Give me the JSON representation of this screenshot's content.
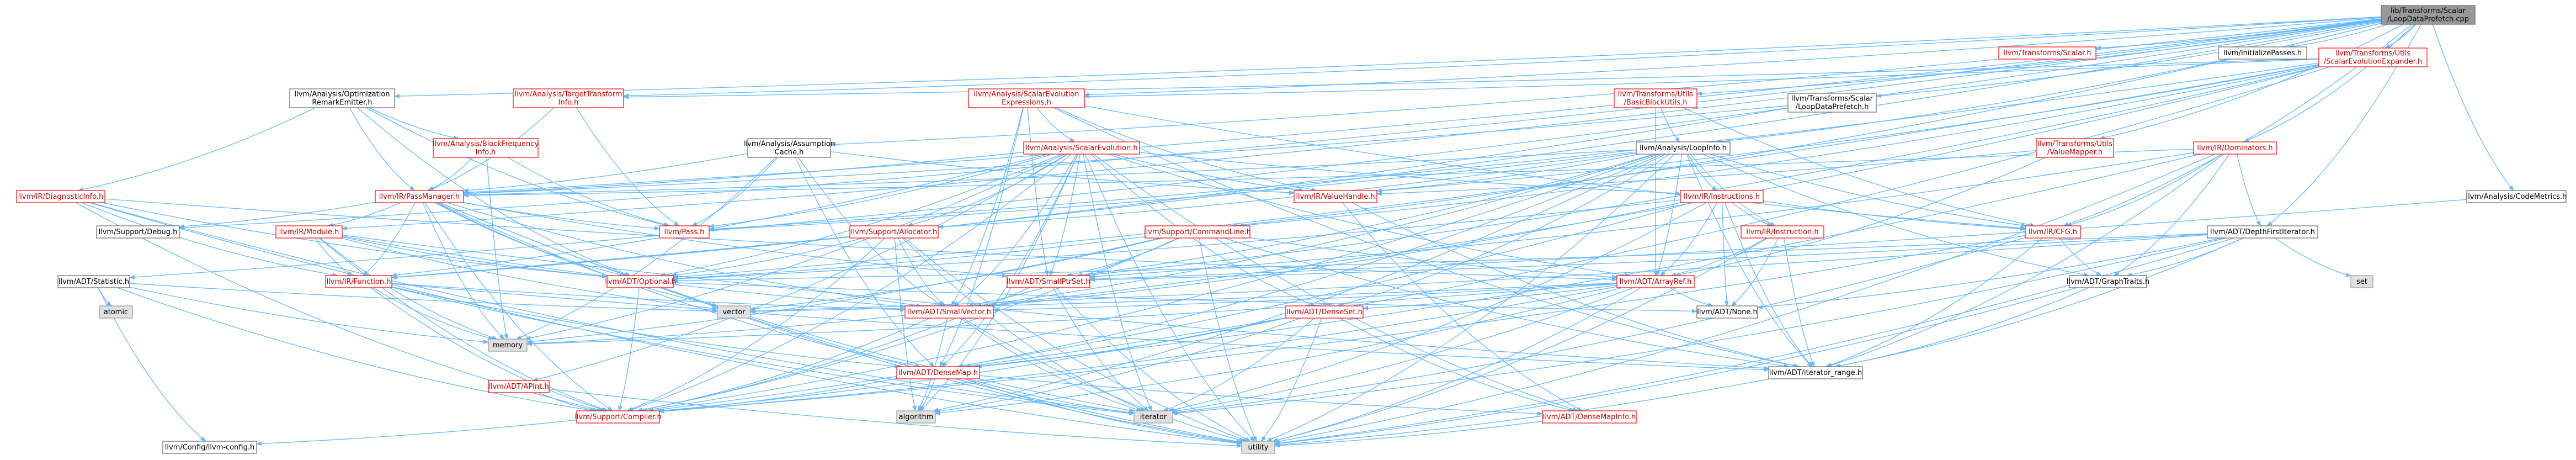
{
  "graph": {
    "colors": {
      "background": "#ffffff",
      "edge": "#63b8ff",
      "root_fill": "#999999",
      "node_fill": "#ffffff",
      "node_border_normal": "#666666",
      "node_border_linked": "#ff0000",
      "gray_fill": "#e0e0e0",
      "gray_border": "#999999",
      "text": "#000000"
    },
    "nodes": [
      {
        "id": "root",
        "lines": [
          "lib/Transforms/Scalar",
          "/LoopDataPrefetch.cpp"
        ],
        "style": "root"
      },
      {
        "id": "initpasses",
        "lines": [
          "llvm/InitializePasses.h"
        ],
        "style": "normal"
      },
      {
        "id": "scalarh",
        "lines": [
          "llvm/Transforms/Scalar.h"
        ],
        "style": "linked"
      },
      {
        "id": "see",
        "lines": [
          "llvm/Transforms/Utils",
          "/ScalarEvolutionExpander.h"
        ],
        "style": "linked"
      },
      {
        "id": "ore",
        "lines": [
          "llvm/Analysis/Optimization",
          "RemarkEmitter.h"
        ],
        "style": "normal"
      },
      {
        "id": "tti",
        "lines": [
          "llvm/Analysis/TargetTransform",
          "Info.h"
        ],
        "style": "linked"
      },
      {
        "id": "sexpr",
        "lines": [
          "llvm/Analysis/ScalarEvolution",
          "Expressions.h"
        ],
        "style": "linked"
      },
      {
        "id": "bbu",
        "lines": [
          "llvm/Transforms/Utils",
          "/BasicBlockUtils.h"
        ],
        "style": "linked"
      },
      {
        "id": "tsldp",
        "lines": [
          "llvm/Transforms/Scalar",
          "/LoopDataPrefetch.h"
        ],
        "style": "normal"
      },
      {
        "id": "bfi",
        "lines": [
          "llvm/Analysis/BlockFrequency",
          "Info.h"
        ],
        "style": "linked"
      },
      {
        "id": "ac",
        "lines": [
          "llvm/Analysis/Assumption",
          "Cache.h"
        ],
        "style": "normal"
      },
      {
        "id": "se",
        "lines": [
          "llvm/Analysis/ScalarEvolution.h"
        ],
        "style": "linked"
      },
      {
        "id": "loopinfo",
        "lines": [
          "llvm/Analysis/LoopInfo.h"
        ],
        "style": "normal"
      },
      {
        "id": "vmapper",
        "lines": [
          "llvm/Transforms/Utils",
          "/ValueMapper.h"
        ],
        "style": "linked"
      },
      {
        "id": "dominators",
        "lines": [
          "llvm/IR/Dominators.h"
        ],
        "style": "linked"
      },
      {
        "id": "codemetrics",
        "lines": [
          "llvm/Analysis/CodeMetrics.h"
        ],
        "style": "normal"
      },
      {
        "id": "diaginfo",
        "lines": [
          "llvm/IR/DiagnosticInfo.h"
        ],
        "style": "linked"
      },
      {
        "id": "passmgr",
        "lines": [
          "llvm/IR/PassManager.h"
        ],
        "style": "linked"
      },
      {
        "id": "valuehandle",
        "lines": [
          "llvm/IR/ValueHandle.h"
        ],
        "style": "linked"
      },
      {
        "id": "instructions",
        "lines": [
          "llvm/IR/Instructions.h"
        ],
        "style": "linked"
      },
      {
        "id": "supdebug",
        "lines": [
          "llvm/Support/Debug.h"
        ],
        "style": "normal"
      },
      {
        "id": "module",
        "lines": [
          "llvm/IR/Module.h"
        ],
        "style": "linked"
      },
      {
        "id": "passh",
        "lines": [
          "llvm/Pass.h"
        ],
        "style": "linked"
      },
      {
        "id": "allocator",
        "lines": [
          "llvm/Support/Allocator.h"
        ],
        "style": "linked"
      },
      {
        "id": "cmdline",
        "lines": [
          "llvm/Support/CommandLine.h"
        ],
        "style": "linked"
      },
      {
        "id": "instruction",
        "lines": [
          "llvm/IR/Instruction.h"
        ],
        "style": "linked"
      },
      {
        "id": "cfg",
        "lines": [
          "llvm/IR/CFG.h"
        ],
        "style": "linked"
      },
      {
        "id": "dfi",
        "lines": [
          "llvm/ADT/DepthFirstIterator.h"
        ],
        "style": "normal"
      },
      {
        "id": "statistic",
        "lines": [
          "llvm/ADT/Statistic.h"
        ],
        "style": "normal"
      },
      {
        "id": "function",
        "lines": [
          "llvm/IR/Function.h"
        ],
        "style": "linked"
      },
      {
        "id": "optional",
        "lines": [
          "llvm/ADT/Optional.h"
        ],
        "style": "linked"
      },
      {
        "id": "smallptrset",
        "lines": [
          "llvm/ADT/SmallPtrSet.h"
        ],
        "style": "linked"
      },
      {
        "id": "arrayref",
        "lines": [
          "llvm/ADT/ArrayRef.h"
        ],
        "style": "linked"
      },
      {
        "id": "graphtraits",
        "lines": [
          "llvm/ADT/GraphTraits.h"
        ],
        "style": "normal"
      },
      {
        "id": "set",
        "lines": [
          "set"
        ],
        "style": "gray"
      },
      {
        "id": "atomic",
        "lines": [
          "atomic"
        ],
        "style": "gray"
      },
      {
        "id": "vector",
        "lines": [
          "vector"
        ],
        "style": "gray"
      },
      {
        "id": "smallvector",
        "lines": [
          "llvm/ADT/SmallVector.h"
        ],
        "style": "linked"
      },
      {
        "id": "densemap",
        "lines": [
          "llvm/ADT/DenseSet.h"
        ],
        "style": "linked"
      },
      {
        "id": "none",
        "lines": [
          "llvm/ADT/None.h"
        ],
        "style": "normal"
      },
      {
        "id": "memory",
        "lines": [
          "memory"
        ],
        "style": "gray"
      },
      {
        "id": "apint",
        "lines": [
          "llvm/ADT/APInt.h"
        ],
        "style": "linked"
      },
      {
        "id": "densemaph",
        "lines": [
          "llvm/ADT/DenseMap.h"
        ],
        "style": "linked"
      },
      {
        "id": "iterrange",
        "lines": [
          "llvm/ADT/iterator_range.h"
        ],
        "style": "normal"
      },
      {
        "id": "compiler",
        "lines": [
          "llvm/Support/Compiler.h"
        ],
        "style": "linked"
      },
      {
        "id": "algorithm",
        "lines": [
          "algorithm"
        ],
        "style": "gray"
      },
      {
        "id": "iterator",
        "lines": [
          "iterator"
        ],
        "style": "gray"
      },
      {
        "id": "densemapinfo",
        "lines": [
          "llvm/ADT/DenseMapInfo.h"
        ],
        "style": "linked"
      },
      {
        "id": "config",
        "lines": [
          "llvm/Config/llvm-config.h"
        ],
        "style": "normal"
      },
      {
        "id": "utility",
        "lines": [
          "utility"
        ],
        "style": "gray"
      }
    ],
    "edges": [
      [
        "root",
        "initpasses"
      ],
      [
        "root",
        "scalarh"
      ],
      [
        "root",
        "see"
      ],
      [
        "root",
        "ore"
      ],
      [
        "root",
        "tti"
      ],
      [
        "root",
        "sexpr"
      ],
      [
        "root",
        "bbu"
      ],
      [
        "root",
        "tsldp"
      ],
      [
        "root",
        "ac"
      ],
      [
        "root",
        "loopinfo"
      ],
      [
        "root",
        "vmapper"
      ],
      [
        "root",
        "dominators"
      ],
      [
        "root",
        "codemetrics"
      ],
      [
        "root",
        "supdebug"
      ],
      [
        "root",
        "statistic"
      ],
      [
        "root",
        "module"
      ],
      [
        "root",
        "cmdline"
      ],
      [
        "root",
        "cfg"
      ],
      [
        "root",
        "dfi"
      ],
      [
        "root",
        "function"
      ],
      [
        "root",
        "passmgr"
      ],
      [
        "see",
        "tti"
      ],
      [
        "see",
        "sexpr"
      ],
      [
        "see",
        "valuehandle"
      ],
      [
        "see",
        "cmdline"
      ],
      [
        "see",
        "smallptrset"
      ],
      [
        "see",
        "passh"
      ],
      [
        "see",
        "optional"
      ],
      [
        "see",
        "densemaph"
      ],
      [
        "see",
        "smallvector"
      ],
      [
        "ore",
        "bfi"
      ],
      [
        "ore",
        "passmgr"
      ],
      [
        "ore",
        "diaginfo"
      ],
      [
        "ore",
        "passh"
      ],
      [
        "ore",
        "optional"
      ],
      [
        "tti",
        "passmgr"
      ],
      [
        "tti",
        "passh"
      ],
      [
        "sexpr",
        "se"
      ],
      [
        "sexpr",
        "valuehandle"
      ],
      [
        "sexpr",
        "smallptrset"
      ],
      [
        "sexpr",
        "iterrange"
      ],
      [
        "sexpr",
        "smallvector"
      ],
      [
        "sexpr",
        "cfg"
      ],
      [
        "sexpr",
        "densemaph"
      ],
      [
        "bbu",
        "loopinfo"
      ],
      [
        "bbu",
        "cfg"
      ],
      [
        "bbu",
        "arrayref"
      ],
      [
        "tsldp",
        "passmgr"
      ],
      [
        "tsldp",
        "function"
      ],
      [
        "bfi",
        "passmgr"
      ],
      [
        "bfi",
        "passh"
      ],
      [
        "bfi",
        "memory"
      ],
      [
        "ac",
        "passmgr"
      ],
      [
        "ac",
        "valuehandle"
      ],
      [
        "ac",
        "passh"
      ],
      [
        "ac",
        "densemaph"
      ],
      [
        "ac",
        "smallvector"
      ],
      [
        "ac",
        "memory"
      ],
      [
        "se",
        "passmgr"
      ],
      [
        "se",
        "valuehandle"
      ],
      [
        "se",
        "instructions"
      ],
      [
        "se",
        "allocator"
      ],
      [
        "se",
        "passh"
      ],
      [
        "se",
        "optional"
      ],
      [
        "se",
        "smallptrset"
      ],
      [
        "se",
        "arrayref"
      ],
      [
        "se",
        "apint"
      ],
      [
        "se",
        "densemaph"
      ],
      [
        "se",
        "smallvector"
      ],
      [
        "se",
        "compiler"
      ],
      [
        "se",
        "memory"
      ],
      [
        "se",
        "utility"
      ],
      [
        "se",
        "function"
      ],
      [
        "se",
        "densemap"
      ],
      [
        "se",
        "densemapinfo"
      ],
      [
        "se",
        "iterator"
      ],
      [
        "se",
        "algorithm"
      ],
      [
        "loopinfo",
        "passmgr"
      ],
      [
        "loopinfo",
        "valuehandle"
      ],
      [
        "loopinfo",
        "instructions"
      ],
      [
        "loopinfo",
        "instruction"
      ],
      [
        "loopinfo",
        "passh"
      ],
      [
        "loopinfo",
        "allocator"
      ],
      [
        "loopinfo",
        "cfg"
      ],
      [
        "loopinfo",
        "smallptrset"
      ],
      [
        "loopinfo",
        "arrayref"
      ],
      [
        "loopinfo",
        "smallvector"
      ],
      [
        "loopinfo",
        "densemaph"
      ],
      [
        "loopinfo",
        "densemap"
      ],
      [
        "loopinfo",
        "graphtraits"
      ],
      [
        "loopinfo",
        "iterrange"
      ],
      [
        "loopinfo",
        "compiler"
      ],
      [
        "loopinfo",
        "algorithm"
      ],
      [
        "loopinfo",
        "utility"
      ],
      [
        "vmapper",
        "valuehandle"
      ],
      [
        "vmapper",
        "arrayref"
      ],
      [
        "dominators",
        "passmgr"
      ],
      [
        "dominators",
        "cfg"
      ],
      [
        "dominators",
        "dfi"
      ],
      [
        "dominators",
        "graphtraits"
      ],
      [
        "dominators",
        "iterrange"
      ],
      [
        "dominators",
        "densemaph"
      ],
      [
        "dominators",
        "smallptrset"
      ],
      [
        "dominators",
        "utility"
      ],
      [
        "codemetrics",
        "smallptrset"
      ],
      [
        "diaginfo",
        "function"
      ],
      [
        "diaginfo",
        "optional"
      ],
      [
        "diaginfo",
        "arrayref"
      ],
      [
        "diaginfo",
        "iterator"
      ],
      [
        "diaginfo",
        "compiler"
      ],
      [
        "diaginfo",
        "utility"
      ],
      [
        "passmgr",
        "supdebug"
      ],
      [
        "passmgr",
        "module"
      ],
      [
        "passmgr",
        "passh"
      ],
      [
        "passmgr",
        "function"
      ],
      [
        "passmgr",
        "optional"
      ],
      [
        "passmgr",
        "smallptrset"
      ],
      [
        "passmgr",
        "smallvector"
      ],
      [
        "passmgr",
        "densemaph"
      ],
      [
        "passmgr",
        "compiler"
      ],
      [
        "passmgr",
        "memory"
      ],
      [
        "passmgr",
        "vector"
      ],
      [
        "passmgr",
        "iterator"
      ],
      [
        "passmgr",
        "utility"
      ],
      [
        "valuehandle",
        "densemapinfo"
      ],
      [
        "valuehandle",
        "iterrange"
      ],
      [
        "instructions",
        "instruction"
      ],
      [
        "instructions",
        "arrayref"
      ],
      [
        "instructions",
        "cfg"
      ],
      [
        "instructions",
        "none"
      ],
      [
        "instructions",
        "smallvector"
      ],
      [
        "instructions",
        "iterrange"
      ],
      [
        "instructions",
        "compiler"
      ],
      [
        "instructions",
        "iterator"
      ],
      [
        "instructions",
        "optional"
      ],
      [
        "module",
        "function"
      ],
      [
        "module",
        "optional"
      ],
      [
        "module",
        "smallvector"
      ],
      [
        "module",
        "iterrange"
      ],
      [
        "module",
        "memory"
      ],
      [
        "module",
        "vector"
      ],
      [
        "module",
        "compiler"
      ],
      [
        "allocator",
        "smallvector"
      ],
      [
        "allocator",
        "optional"
      ],
      [
        "allocator",
        "compiler"
      ],
      [
        "allocator",
        "algorithm"
      ],
      [
        "allocator",
        "iterator"
      ],
      [
        "allocator",
        "utility"
      ],
      [
        "cmdline",
        "arrayref"
      ],
      [
        "cmdline",
        "smallptrset"
      ],
      [
        "cmdline",
        "smallvector"
      ],
      [
        "cmdline",
        "optional"
      ],
      [
        "cmdline",
        "iterrange"
      ],
      [
        "cmdline",
        "compiler"
      ],
      [
        "cmdline",
        "vector"
      ],
      [
        "cmdline",
        "memory"
      ],
      [
        "cmdline",
        "utility"
      ],
      [
        "instruction",
        "arrayref"
      ],
      [
        "instruction",
        "none"
      ],
      [
        "instruction",
        "iterrange"
      ],
      [
        "instruction",
        "utility"
      ],
      [
        "cfg",
        "graphtraits"
      ],
      [
        "cfg",
        "iterrange"
      ],
      [
        "cfg",
        "iterator"
      ],
      [
        "cfg",
        "compiler"
      ],
      [
        "dfi",
        "set"
      ],
      [
        "dfi",
        "graphtraits"
      ],
      [
        "dfi",
        "none"
      ],
      [
        "dfi",
        "optional"
      ],
      [
        "dfi",
        "smallptrset"
      ],
      [
        "dfi",
        "iterrange"
      ],
      [
        "dfi",
        "vector"
      ],
      [
        "dfi",
        "iterator"
      ],
      [
        "dfi",
        "utility"
      ],
      [
        "statistic",
        "atomic"
      ],
      [
        "statistic",
        "memory"
      ],
      [
        "statistic",
        "vector"
      ],
      [
        "statistic",
        "compiler"
      ],
      [
        "statistic",
        "config"
      ],
      [
        "function",
        "memory"
      ],
      [
        "function",
        "smallvector"
      ],
      [
        "function",
        "densemaph"
      ],
      [
        "function",
        "iterrange"
      ],
      [
        "function",
        "compiler"
      ],
      [
        "function",
        "iterator"
      ],
      [
        "optional",
        "none"
      ],
      [
        "optional",
        "compiler"
      ],
      [
        "optional",
        "utility"
      ],
      [
        "smallptrset",
        "iterator"
      ],
      [
        "smallptrset",
        "compiler"
      ],
      [
        "smallptrset",
        "utility"
      ],
      [
        "arrayref",
        "none"
      ],
      [
        "arrayref",
        "smallvector"
      ],
      [
        "arrayref",
        "compiler"
      ],
      [
        "arrayref",
        "iterator"
      ],
      [
        "arrayref",
        "algorithm"
      ],
      [
        "arrayref",
        "memory"
      ],
      [
        "arrayref",
        "vector"
      ],
      [
        "arrayref",
        "utility"
      ],
      [
        "arrayref",
        "densemap"
      ],
      [
        "graphtraits",
        "iterrange"
      ],
      [
        "graphtraits",
        "utility"
      ],
      [
        "smallvector",
        "compiler"
      ],
      [
        "smallvector",
        "algorithm"
      ],
      [
        "smallvector",
        "iterator"
      ],
      [
        "smallvector",
        "memory"
      ],
      [
        "smallvector",
        "utility"
      ],
      [
        "densemap",
        "densemaph"
      ],
      [
        "densemap",
        "densemapinfo"
      ],
      [
        "densemap",
        "compiler"
      ],
      [
        "densemap",
        "algorithm"
      ],
      [
        "densemap",
        "iterator"
      ],
      [
        "densemap",
        "utility"
      ],
      [
        "apint",
        "compiler"
      ],
      [
        "apint",
        "utility"
      ],
      [
        "densemaph",
        "densemapinfo"
      ],
      [
        "densemaph",
        "compiler"
      ],
      [
        "densemaph",
        "algorithm"
      ],
      [
        "densemaph",
        "iterator"
      ],
      [
        "densemaph",
        "utility"
      ],
      [
        "iterrange",
        "utility"
      ],
      [
        "compiler",
        "config"
      ],
      [
        "densemapinfo",
        "utility"
      ]
    ]
  }
}
